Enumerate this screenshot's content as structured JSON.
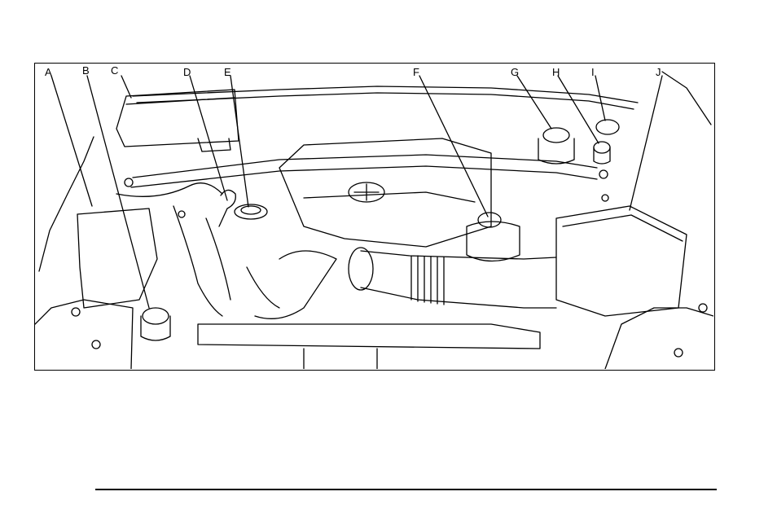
{
  "diagram": {
    "callouts": [
      {
        "id": "A",
        "label": "A"
      },
      {
        "id": "B",
        "label": "B"
      },
      {
        "id": "C",
        "label": "C"
      },
      {
        "id": "D",
        "label": "D"
      },
      {
        "id": "E",
        "label": "E"
      },
      {
        "id": "F",
        "label": "F"
      },
      {
        "id": "G",
        "label": "G"
      },
      {
        "id": "H",
        "label": "H"
      },
      {
        "id": "I",
        "label": "I"
      },
      {
        "id": "J",
        "label": "J"
      }
    ],
    "emblem": "cadillac-crest-icon",
    "line_color": "#000000",
    "background": "#ffffff"
  }
}
